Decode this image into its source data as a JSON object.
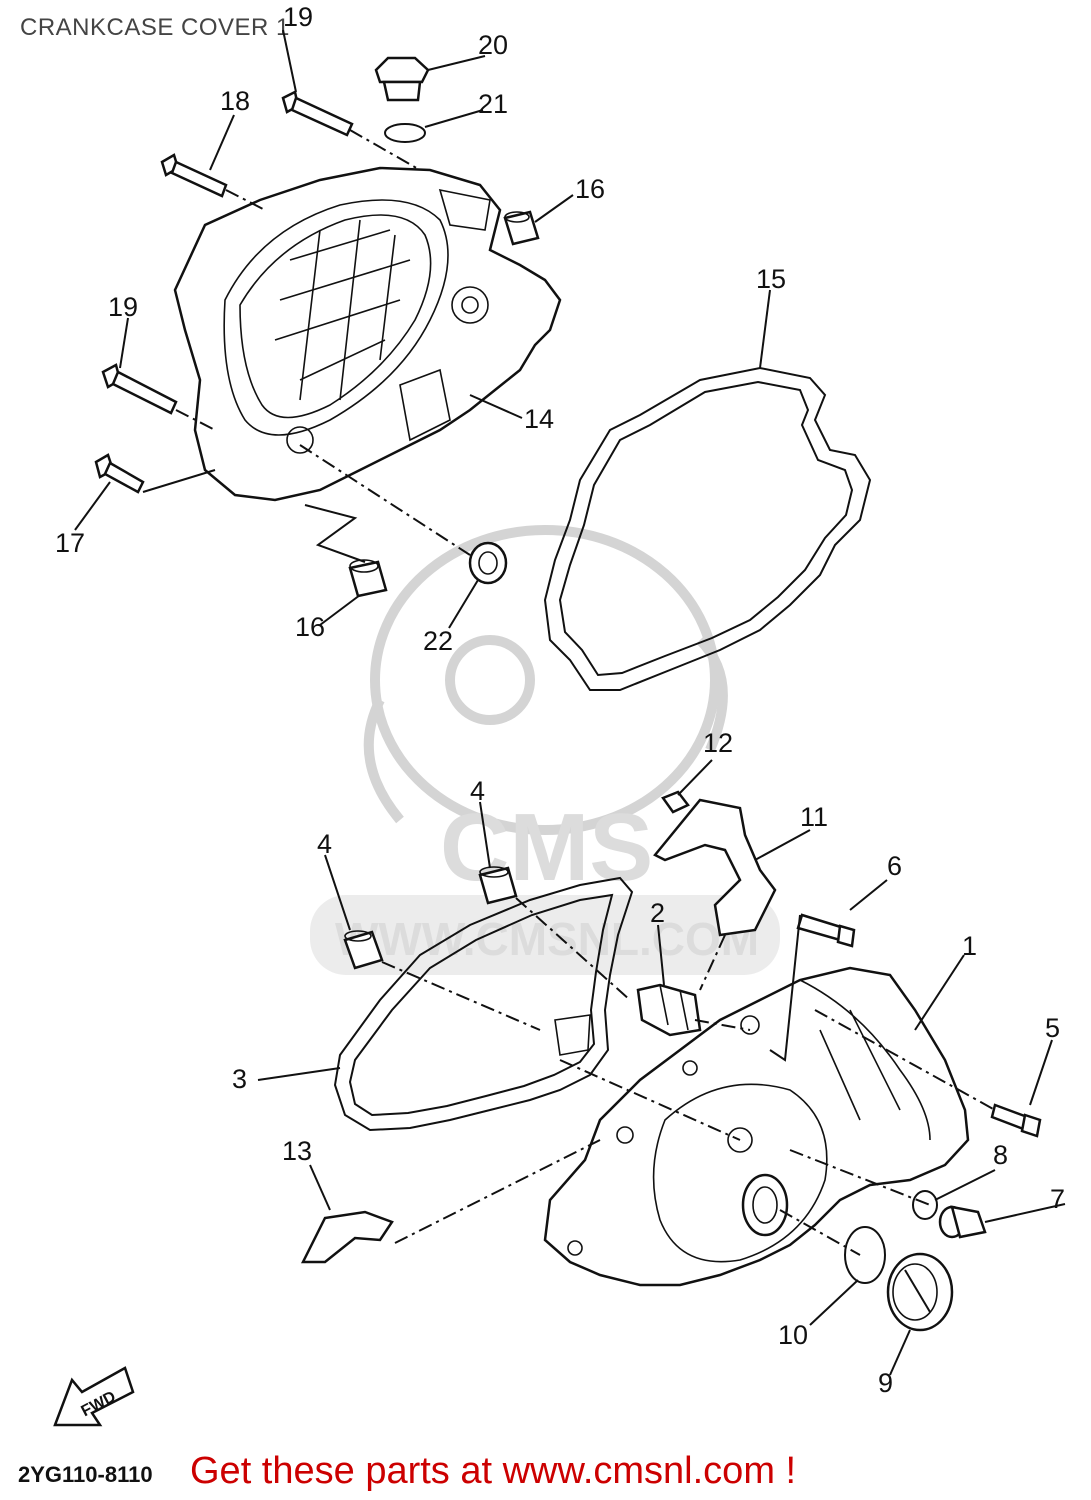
{
  "title": "CRANKCASE COVER 1",
  "ref_code": "2YG110-8110",
  "promo_text": "Get these parts at www.cmsnl.com !",
  "watermark": {
    "brand": "CMS",
    "url": "WWW.CMSNL.COM"
  },
  "fwd_label": "FWD",
  "callouts": [
    {
      "id": "c19a",
      "label": "19"
    },
    {
      "id": "c20",
      "label": "20"
    },
    {
      "id": "c21",
      "label": "21"
    },
    {
      "id": "c18",
      "label": "18"
    },
    {
      "id": "c16a",
      "label": "16"
    },
    {
      "id": "c15",
      "label": "15"
    },
    {
      "id": "c19b",
      "label": "19"
    },
    {
      "id": "c14",
      "label": "14"
    },
    {
      "id": "c17",
      "label": "17"
    },
    {
      "id": "c16b",
      "label": "16"
    },
    {
      "id": "c22",
      "label": "22"
    },
    {
      "id": "c12",
      "label": "12"
    },
    {
      "id": "c4a",
      "label": "4"
    },
    {
      "id": "c11",
      "label": "11"
    },
    {
      "id": "c4b",
      "label": "4"
    },
    {
      "id": "c6",
      "label": "6"
    },
    {
      "id": "c2",
      "label": "2"
    },
    {
      "id": "c1",
      "label": "1"
    },
    {
      "id": "c5",
      "label": "5"
    },
    {
      "id": "c3",
      "label": "3"
    },
    {
      "id": "c13",
      "label": "13"
    },
    {
      "id": "c8",
      "label": "8"
    },
    {
      "id": "c7",
      "label": "7"
    },
    {
      "id": "c10",
      "label": "10"
    },
    {
      "id": "c9",
      "label": "9"
    }
  ],
  "colors": {
    "ink": "#111111",
    "promo": "#cc0000",
    "watermark": "#d8d8d8"
  }
}
